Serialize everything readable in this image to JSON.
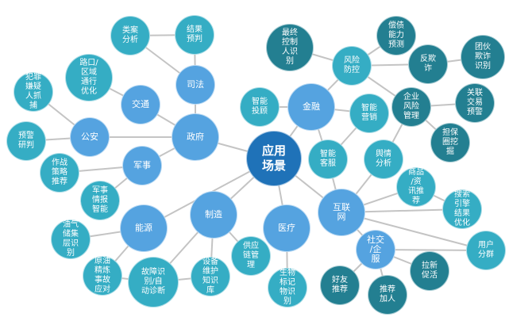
{
  "colors": {
    "root": "#1f72b8",
    "category": "#55a3e0",
    "leaf": "#35adc4",
    "leaf_dark": "#237f91",
    "edge": "#c4c4c4"
  },
  "nodes": [
    {
      "id": "root",
      "label": "应用\n场景",
      "type": "root"
    },
    {
      "id": "gov",
      "label": "政府",
      "type": "category"
    },
    {
      "id": "judicial",
      "label": "司法",
      "type": "category"
    },
    {
      "id": "case",
      "label": "类案\n分析",
      "type": "leaf"
    },
    {
      "id": "verdict",
      "label": "结果\n预判",
      "type": "leaf"
    },
    {
      "id": "traffic",
      "label": "交通",
      "type": "category"
    },
    {
      "id": "road",
      "label": "路口/\n区域\n通行\n优化",
      "type": "leaf"
    },
    {
      "id": "police",
      "label": "公安",
      "type": "category"
    },
    {
      "id": "suspect",
      "label": "犯罪\n嫌疑\n人抓\n捕",
      "type": "leaf"
    },
    {
      "id": "warning",
      "label": "预警\n研判",
      "type": "leaf"
    },
    {
      "id": "military",
      "label": "军事",
      "type": "category"
    },
    {
      "id": "strategy",
      "label": "作战\n策略\n推荐",
      "type": "leaf"
    },
    {
      "id": "intel",
      "label": "军事\n情报\n智能",
      "type": "leaf"
    },
    {
      "id": "energy",
      "label": "能源",
      "type": "category"
    },
    {
      "id": "oil",
      "label": "油气\n储集\n层识\n别",
      "type": "leaf"
    },
    {
      "id": "refine",
      "label": "原油\n精炼\n事故\n应对",
      "type": "leaf"
    },
    {
      "id": "fault",
      "label": "故障识\n别/自\n动诊断",
      "type": "leaf"
    },
    {
      "id": "manufacture",
      "label": "制造",
      "type": "category"
    },
    {
      "id": "equip",
      "label": "设备\n维护\n知识\n库",
      "type": "leaf"
    },
    {
      "id": "supply",
      "label": "供应\n链管\n理",
      "type": "leaf"
    },
    {
      "id": "medical",
      "label": "医疗",
      "type": "category"
    },
    {
      "id": "bio",
      "label": "生物\n标记\n物识\n别",
      "type": "leaf"
    },
    {
      "id": "finance",
      "label": "金融",
      "type": "category"
    },
    {
      "id": "advisor",
      "label": "智能\n投顾",
      "type": "leaf"
    },
    {
      "id": "risk",
      "label": "风险\n防控",
      "type": "leaf"
    },
    {
      "id": "controller",
      "label": "最终\n控制\n人识\n别",
      "type": "leaf_dark"
    },
    {
      "id": "solvency",
      "label": "偿债\n能力\n预测",
      "type": "leaf_dark"
    },
    {
      "id": "antifraud",
      "label": "反欺\n诈",
      "type": "leaf_dark"
    },
    {
      "id": "gang",
      "label": "团伙\n欺诈\n识别",
      "type": "leaf_dark"
    },
    {
      "id": "marketing",
      "label": "智能\n营销",
      "type": "leaf"
    },
    {
      "id": "enterprise",
      "label": "企业\n风险\n管理",
      "type": "leaf_dark"
    },
    {
      "id": "related",
      "label": "关联\n交易\n预警",
      "type": "leaf_dark"
    },
    {
      "id": "guarantee",
      "label": "担保\n圈挖\n掘",
      "type": "leaf_dark"
    },
    {
      "id": "service",
      "label": "智能\n客服",
      "type": "leaf"
    },
    {
      "id": "opinion",
      "label": "舆情\n分析",
      "type": "leaf"
    },
    {
      "id": "internet",
      "label": "互联\n网",
      "type": "category"
    },
    {
      "id": "recommend",
      "label": "商品\n/资\n讯推\n荐",
      "type": "leaf"
    },
    {
      "id": "search",
      "label": "搜索\n引擎\n结果\n优化",
      "type": "leaf"
    },
    {
      "id": "segment",
      "label": "用户\n分群",
      "type": "leaf"
    },
    {
      "id": "social",
      "label": "社交\n/企\n服",
      "type": "category"
    },
    {
      "id": "friend",
      "label": "好友\n推荐",
      "type": "leaf_dark"
    },
    {
      "id": "addpeople",
      "label": "推荐\n加人",
      "type": "leaf_dark"
    },
    {
      "id": "growth",
      "label": "拉新\n促活",
      "type": "leaf_dark"
    }
  ],
  "edges": [
    [
      "root",
      "gov"
    ],
    [
      "root",
      "finance"
    ],
    [
      "root",
      "internet"
    ],
    [
      "root",
      "medical"
    ],
    [
      "root",
      "manufacture"
    ],
    [
      "root",
      "energy"
    ],
    [
      "gov",
      "judicial"
    ],
    [
      "gov",
      "traffic"
    ],
    [
      "gov",
      "police"
    ],
    [
      "gov",
      "military"
    ],
    [
      "judicial",
      "case"
    ],
    [
      "judicial",
      "verdict"
    ],
    [
      "case",
      "verdict"
    ],
    [
      "traffic",
      "road"
    ],
    [
      "police",
      "suspect"
    ],
    [
      "police",
      "warning"
    ],
    [
      "military",
      "strategy"
    ],
    [
      "military",
      "intel"
    ],
    [
      "energy",
      "oil"
    ],
    [
      "energy",
      "refine"
    ],
    [
      "refine",
      "fault"
    ],
    [
      "manufacture",
      "fault"
    ],
    [
      "manufacture",
      "equip"
    ],
    [
      "fault",
      "equip"
    ],
    [
      "manufacture",
      "supply"
    ],
    [
      "medical",
      "bio"
    ],
    [
      "finance",
      "advisor"
    ],
    [
      "finance",
      "risk"
    ],
    [
      "finance",
      "marketing"
    ],
    [
      "finance",
      "service"
    ],
    [
      "risk",
      "controller"
    ],
    [
      "risk",
      "solvency"
    ],
    [
      "risk",
      "antifraud"
    ],
    [
      "risk",
      "enterprise"
    ],
    [
      "antifraud",
      "gang"
    ],
    [
      "enterprise",
      "related"
    ],
    [
      "enterprise",
      "guarantee"
    ],
    [
      "enterprise",
      "opinion"
    ],
    [
      "marketing",
      "service"
    ],
    [
      "internet",
      "service"
    ],
    [
      "internet",
      "opinion"
    ],
    [
      "internet",
      "recommend"
    ],
    [
      "recommend",
      "search"
    ],
    [
      "internet",
      "search"
    ],
    [
      "internet",
      "segment"
    ],
    [
      "internet",
      "social"
    ],
    [
      "social",
      "segment"
    ],
    [
      "social",
      "friend"
    ],
    [
      "social",
      "addpeople"
    ],
    [
      "social",
      "growth"
    ]
  ]
}
